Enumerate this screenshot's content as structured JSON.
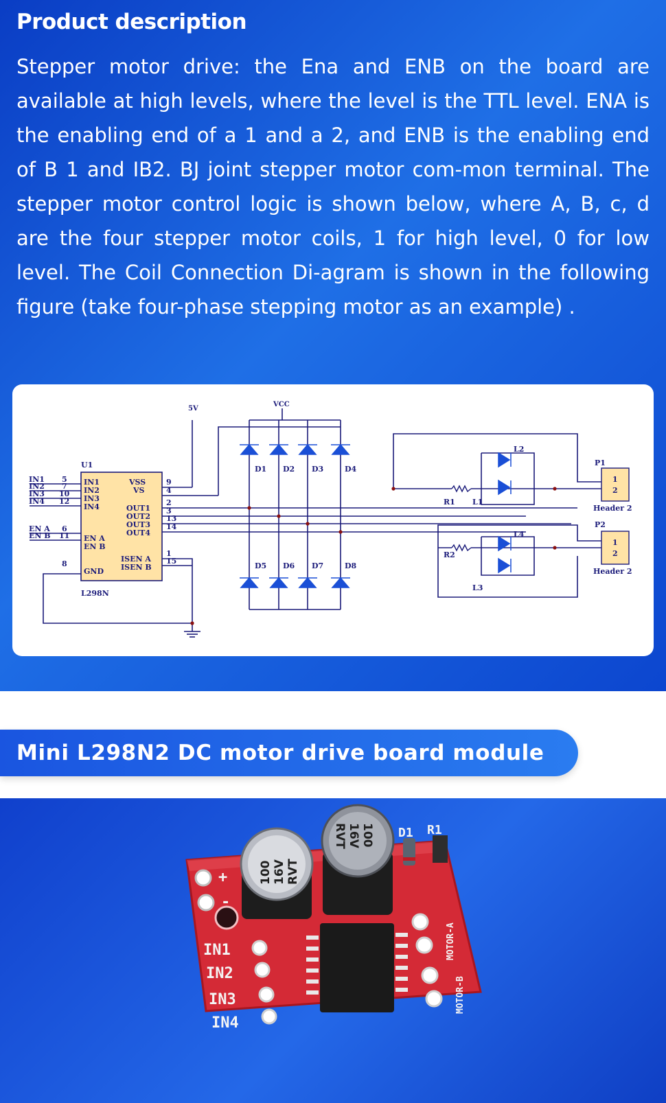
{
  "heading": "Product description",
  "description": "Stepper motor drive: the Ena and ENB on the board are available at high levels, where the level is the TTL level. ENA is the enabling end of a 1 and a 2, and ENB is the enabling end of B 1 and IB2. BJ joint stepper motor com-mon terminal. The stepper motor control logic is shown below, where A, B, c, d are the four stepper motor coils, 1 for high level, 0 for low level. The Coil Connection Di-agram is shown in the following figure (take four-phase stepping motor as an example) .",
  "schematic": {
    "chip_ref": "U1",
    "chip_part": "L298N",
    "supply_5v": "5V",
    "supply_vcc": "VCC",
    "left_pins": [
      {
        "label": "IN1",
        "num": "5",
        "net": "IN1"
      },
      {
        "label": "IN2",
        "num": "7",
        "net": "IN2"
      },
      {
        "label": "IN3",
        "num": "10",
        "net": "IN3"
      },
      {
        "label": "IN4",
        "num": "12",
        "net": "IN4"
      },
      {
        "label": "EN A",
        "num": "6",
        "net": "EN A"
      },
      {
        "label": "EN B",
        "num": "11",
        "net": "EN B"
      },
      {
        "label": "GND",
        "num": "8",
        "net": ""
      }
    ],
    "right_pins": [
      {
        "label": "VSS",
        "num": "9"
      },
      {
        "label": "VS",
        "num": "4"
      },
      {
        "label": "OUT1",
        "num": "2"
      },
      {
        "label": "OUT2",
        "num": "3"
      },
      {
        "label": "OUT3",
        "num": "13"
      },
      {
        "label": "OUT4",
        "num": "14"
      },
      {
        "label": "ISEN A",
        "num": "1"
      },
      {
        "label": "ISEN B",
        "num": "15"
      }
    ],
    "diodes_top": [
      "D1",
      "D2",
      "D3",
      "D4"
    ],
    "diodes_bottom": [
      "D5",
      "D6",
      "D7",
      "D8"
    ],
    "resistors": [
      "R1",
      "R2"
    ],
    "leds": [
      "L1",
      "L2",
      "L3",
      "L4"
    ],
    "headers": [
      {
        "ref": "P1",
        "name": "Header 2",
        "pins": [
          "1",
          "2"
        ]
      },
      {
        "ref": "P2",
        "name": "Header 2",
        "pins": [
          "1",
          "2"
        ]
      }
    ]
  },
  "banner_title": "Mini L298N2 DC motor drive board module",
  "board": {
    "cap1": [
      "100",
      "16V",
      "RVT"
    ],
    "cap2": [
      "100",
      "16V",
      "RVT"
    ],
    "d1": "D1",
    "r1": "R1",
    "plus": "+",
    "minus": "-",
    "in_labels": [
      "IN1",
      "IN2",
      "IN3",
      "IN4"
    ],
    "motor_a": "MOTOR-A",
    "motor_b": "MOTOR-B"
  },
  "colors": {
    "blue_bg": "#1a5de0",
    "schematic_wire": "#1b1b7a",
    "diode_blue": "#1a4fd6",
    "header_fill": "#ffe3a6",
    "board_red": "#d42a36"
  }
}
